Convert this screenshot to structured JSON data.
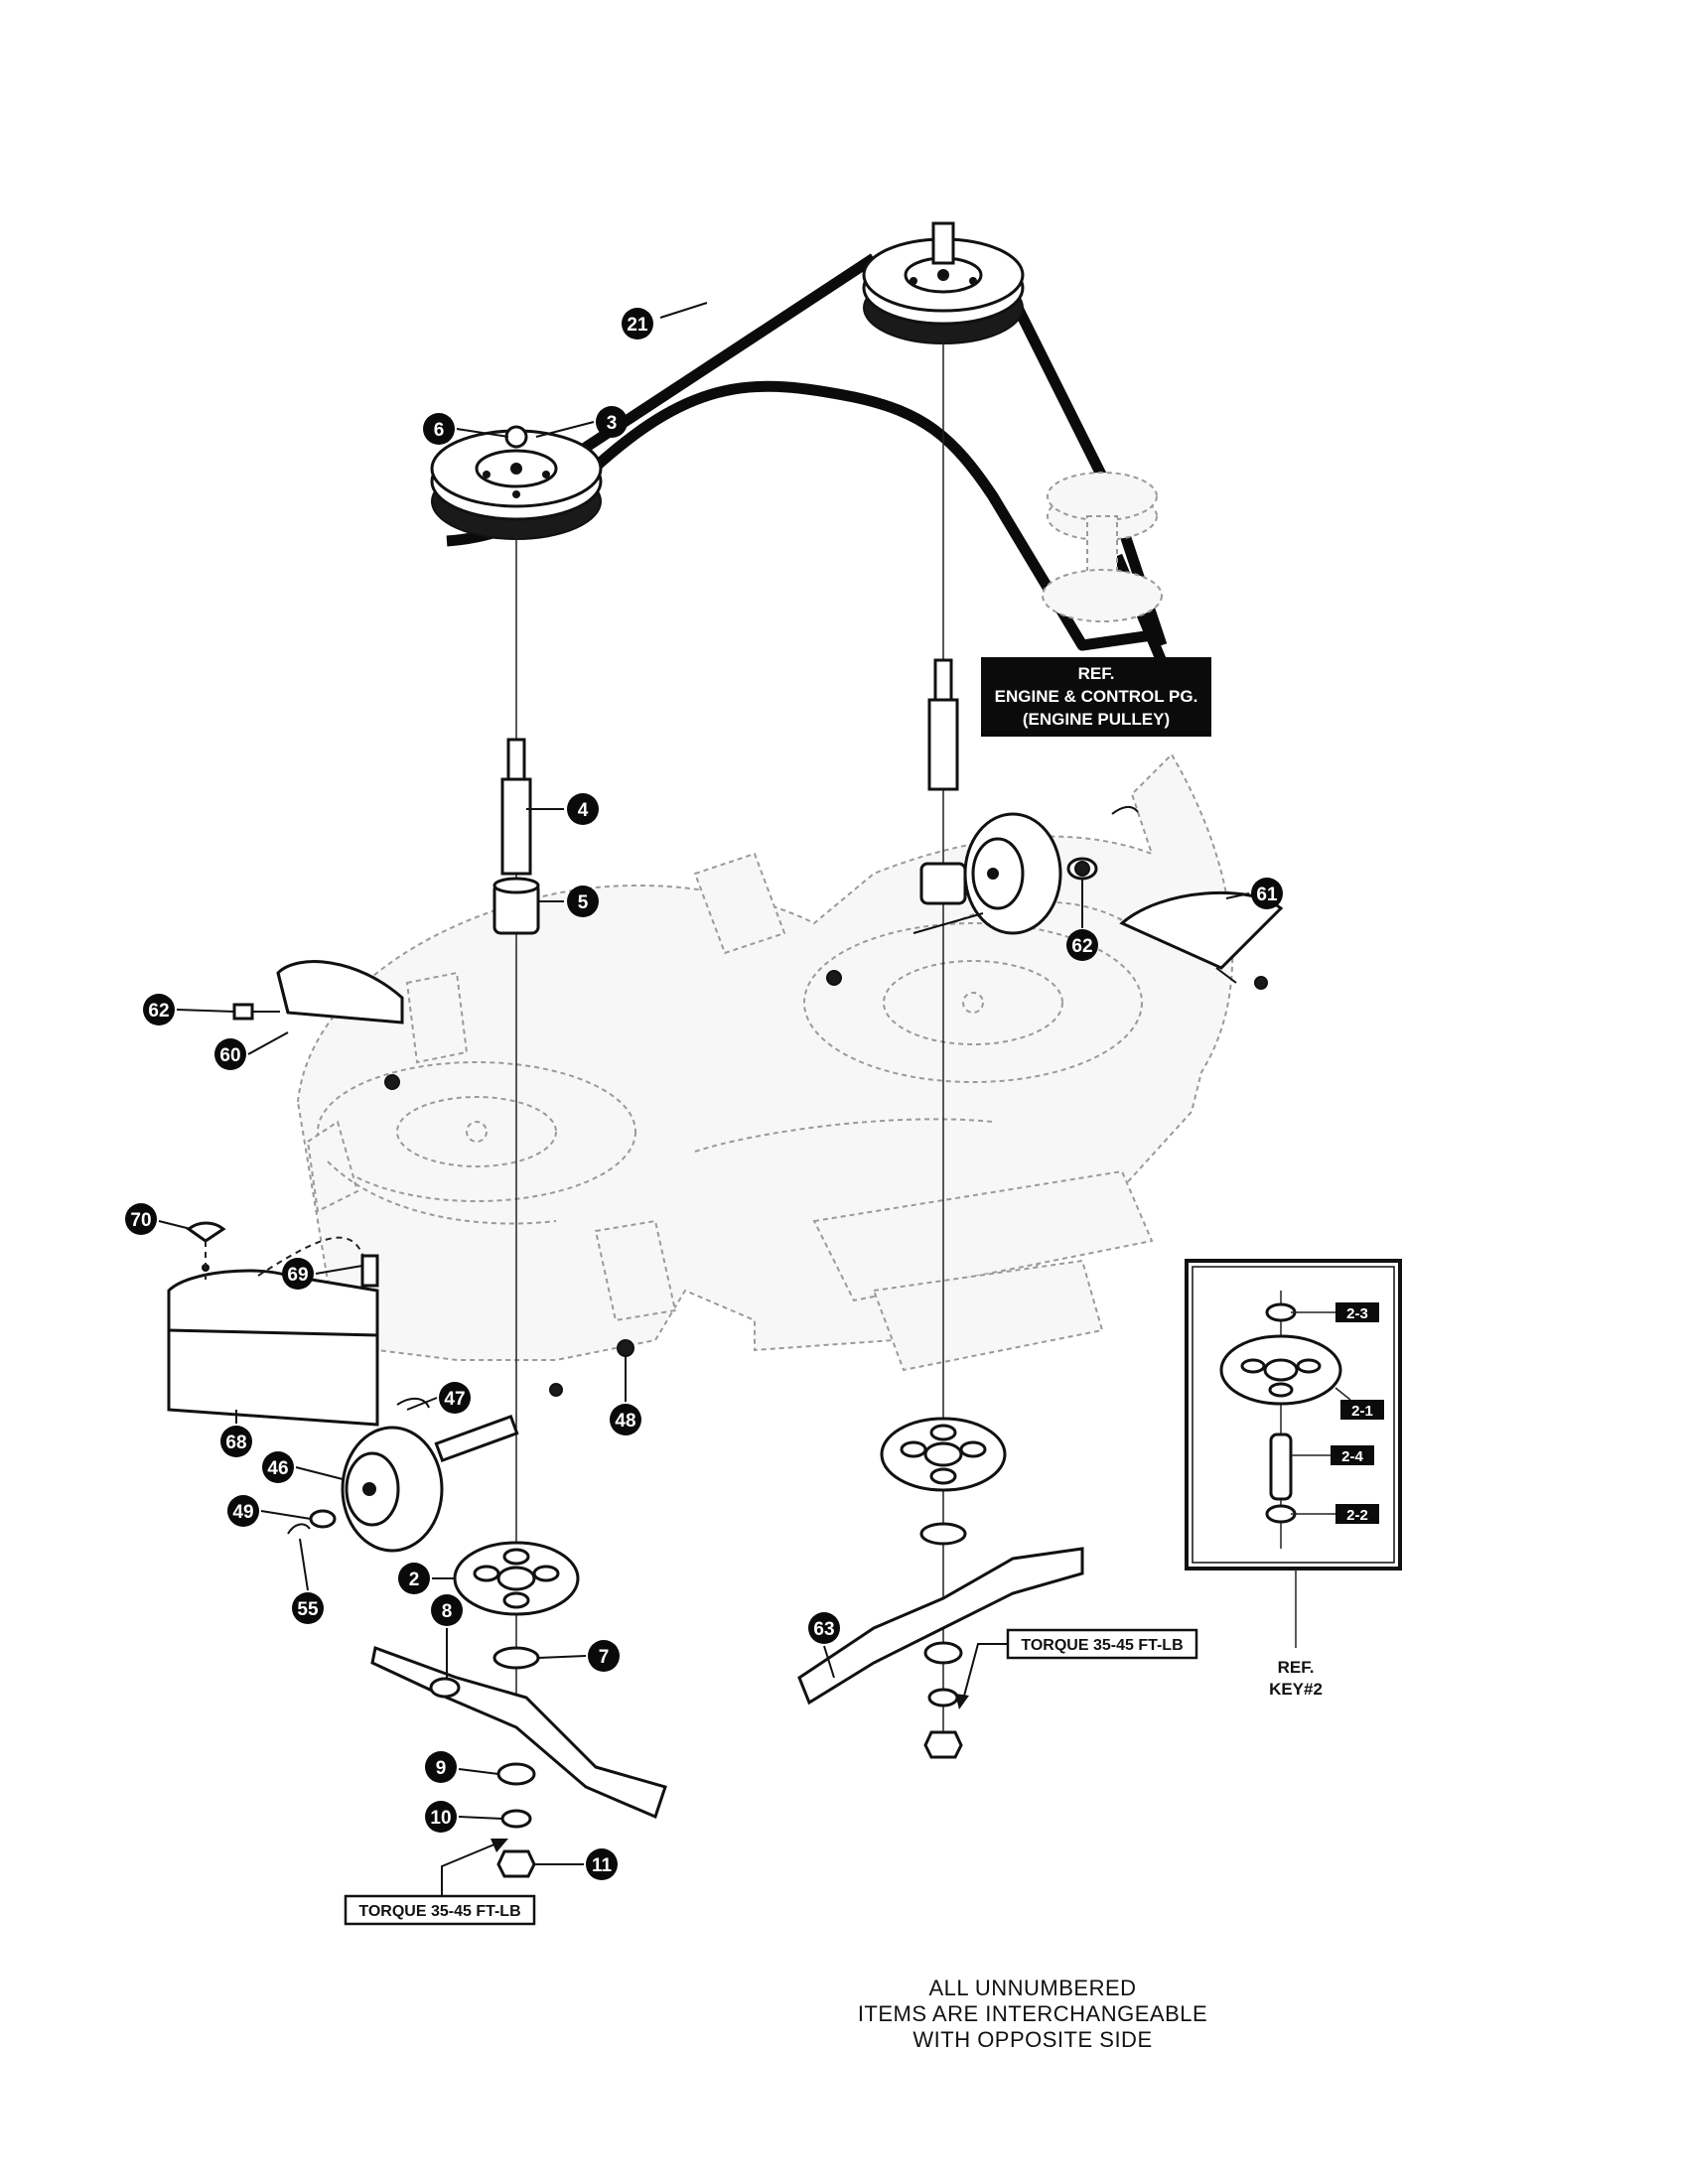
{
  "callouts": {
    "c2": "2",
    "c3": "3",
    "c4": "4",
    "c5": "5",
    "c6": "6",
    "c7": "7",
    "c8": "8",
    "c9": "9",
    "c10": "10",
    "c11": "11",
    "c21": "21",
    "c46": "46",
    "c47": "47",
    "c48": "48",
    "c49": "49",
    "c55": "55",
    "c60": "60",
    "c61": "61",
    "c62a": "62",
    "c62b": "62",
    "c63": "63",
    "c68": "68",
    "c69": "69",
    "c70": "70"
  },
  "ref_engine": {
    "line1": "REF.",
    "line2": "ENGINE & CONTROL PG.",
    "line3": "(ENGINE PULLEY)"
  },
  "torque_left": "TORQUE 35-45 FT-LB",
  "torque_right": "TORQUE 35-45 FT-LB",
  "inset": {
    "tags": {
      "t23": "2-3",
      "t21": "2-1",
      "t24": "2-4",
      "t22": "2-2"
    },
    "ref_line1": "REF.",
    "ref_line2": "KEY#2"
  },
  "footer_note": {
    "line1": "ALL UNNUMBERED",
    "line2": "ITEMS ARE INTERCHANGEABLE",
    "line3": "WITH OPPOSITE SIDE"
  }
}
